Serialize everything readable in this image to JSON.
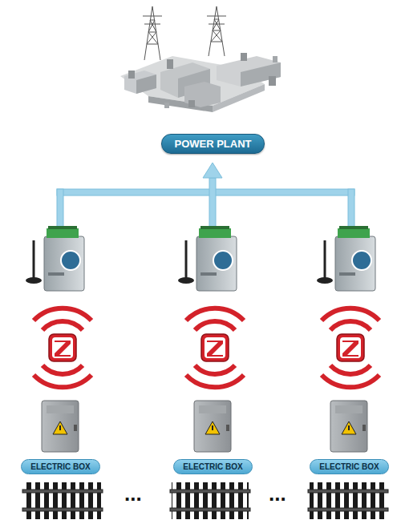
{
  "diagram": {
    "nodes": [
      {
        "text": [
          "POWER PLANT"
        ]
      },
      {
        "text": [
          "ELECTRIC BOX"
        ]
      },
      {
        "text": [
          "ELECTRIC BOX"
        ]
      },
      {
        "text": [
          "ELECTRIC BOX"
        ]
      }
    ],
    "labels": [
      "...",
      "..."
    ]
  }
}
